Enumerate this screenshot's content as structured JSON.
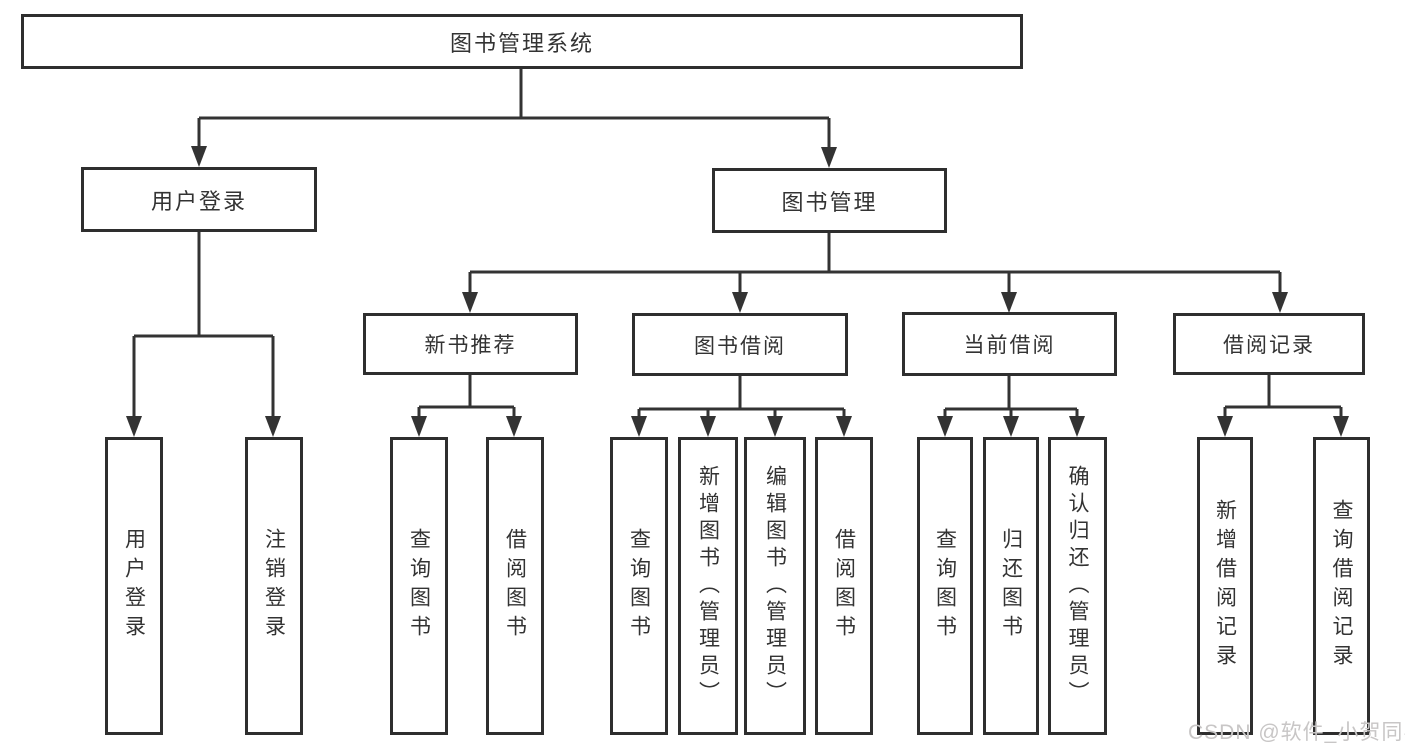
{
  "tree": {
    "root": {
      "label": "图书管理系统"
    },
    "branches": [
      {
        "label": "用户登录",
        "children": [
          {
            "label": "用户登录"
          },
          {
            "label": "注销登录"
          }
        ]
      },
      {
        "label": "图书管理",
        "children": [
          {
            "label": "新书推荐",
            "children": [
              {
                "label": "查询图书"
              },
              {
                "label": "借阅图书"
              }
            ]
          },
          {
            "label": "图书借阅",
            "children": [
              {
                "label": "查询图书"
              },
              {
                "label": "新增图书（管理员）"
              },
              {
                "label": "编辑图书（管理员）"
              },
              {
                "label": "借阅图书"
              }
            ]
          },
          {
            "label": "当前借阅",
            "children": [
              {
                "label": "查询图书"
              },
              {
                "label": "归还图书"
              },
              {
                "label": "确认归还（管理员）"
              }
            ]
          },
          {
            "label": "借阅记录",
            "children": [
              {
                "label": "新增借阅记录"
              },
              {
                "label": "查询借阅记录"
              }
            ]
          }
        ]
      }
    ]
  },
  "watermark": {
    "text": "CSDN @软件_小贺同学"
  },
  "colors": {
    "line": "#333333",
    "box_border": "#2e2e2e",
    "text": "#333333",
    "watermark": "#c8c6c6",
    "background": "#ffffff"
  }
}
